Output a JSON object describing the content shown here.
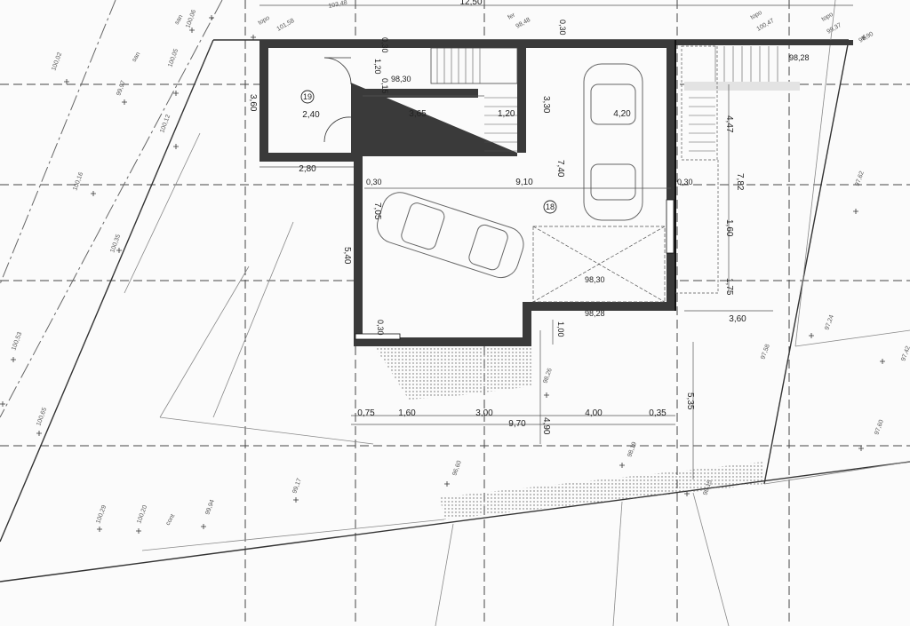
{
  "rooms": [
    {
      "number": "19",
      "label": "2,40"
    },
    {
      "number": "18",
      "label": "9,10"
    }
  ],
  "dimensions": {
    "top_total": "12,50",
    "d_0_30_a": "0,30",
    "d_0_30_b": "0,30",
    "d_0_30_c": "0,30",
    "d_0_30_d": "0,30",
    "d_0_30_e": "0,30",
    "d_1_20": "1,20",
    "d_1_20b": "1,20",
    "d_0_15": "0,15",
    "d_3_60_left": "3,60",
    "d_3_65": "3,65",
    "d_3_30": "3,30",
    "d_4_20": "4,20",
    "d_2_80": "2,80",
    "d_7_40": "7,40",
    "d_7_05": "7,05",
    "d_5_40": "5,40",
    "d_4_47": "4,47",
    "d_7_82": "7,82",
    "d_1_60_v": "1,60",
    "d_1_75": "1,75",
    "d_3_60_right": "3,60",
    "d_1_00": "1,00",
    "d_5_35": "5,35",
    "d_4_90": "4,90",
    "bottom_0_75": "0,75",
    "bottom_1_60": "1,60",
    "bottom_3_00": "3,00",
    "bottom_4_00": "4,00",
    "bottom_0_35": "0,35",
    "bottom_total": "9,70"
  },
  "levels": {
    "l_98_30_top": "98,30",
    "l_98_30_mid": "98,30",
    "l_98_28_bot": "98,28",
    "l_98_28_stairs": "98,28"
  },
  "survey_points": [
    "100,02",
    "99,97",
    "100,05",
    "100,06",
    "100,12",
    "100,16",
    "100,35",
    "100,53",
    "100,65",
    "100,29",
    "100,20",
    "99,94",
    "99,17",
    "96,60",
    "98,19",
    "98,15",
    "98,26",
    "97,58",
    "97,24",
    "97,42",
    "97,60",
    "97,62",
    "101,58",
    "100,47",
    "99,37",
    "96,90",
    "103,48",
    "98,48"
  ],
  "notes": {
    "topo1": "topo",
    "topo2": "topo",
    "topo3": "topo",
    "san1": "san",
    "san2": "san",
    "cont": "cont",
    "fer": "fer"
  }
}
